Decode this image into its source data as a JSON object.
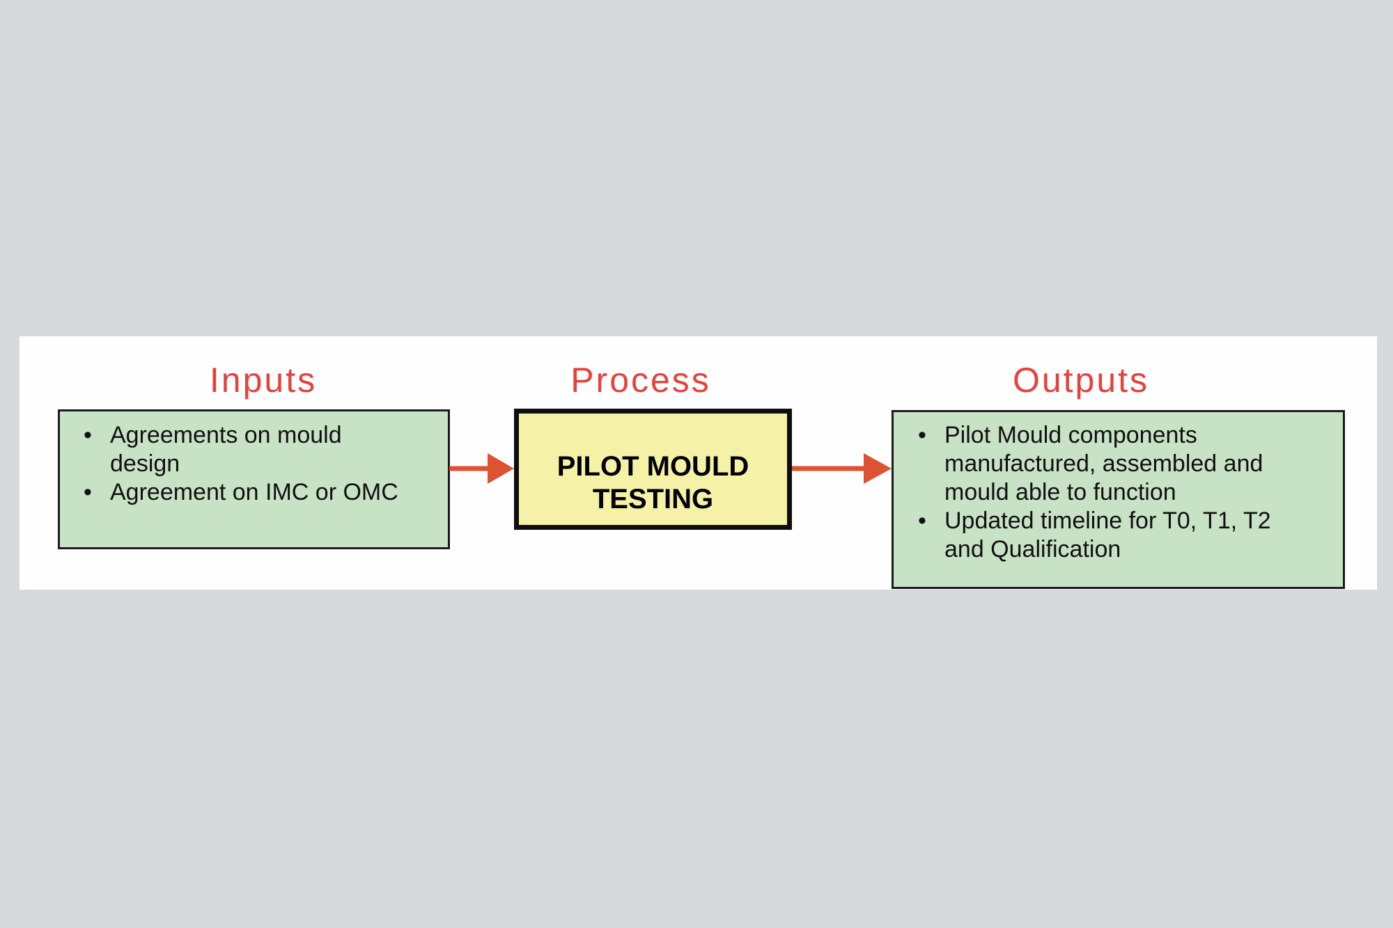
{
  "colors": {
    "background": "#d6dadc",
    "panel": "#fefefe",
    "heading": "#e6413b",
    "arrow": "#de5233",
    "green_fill": "#c8e2c6",
    "green_border": "#1c1c1c",
    "yellow_fill": "#f5f2a8",
    "yellow_border": "#0e0e0e",
    "text": "#101010"
  },
  "glyphs": {
    "bullet": "•"
  },
  "inputs": {
    "title": "Inputs",
    "items": [
      "Agreements on mould design",
      "Agreement on IMC or OMC"
    ]
  },
  "process": {
    "title": "Process",
    "label_lines": [
      "PILOT MOULD",
      "TESTING"
    ]
  },
  "outputs": {
    "title": "Outputs",
    "items": [
      "Pilot Mould components manufactured, assembled and mould able to function",
      "Updated timeline for T0, T1, T2 and Qualification"
    ]
  }
}
